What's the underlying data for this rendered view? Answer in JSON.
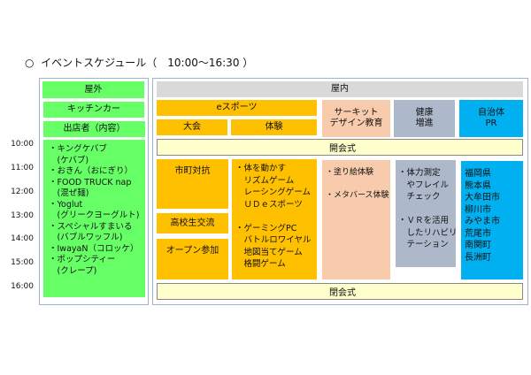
{
  "title": {
    "bullet": "○",
    "text": "イベントスケジュール（　10:00〜16:30 ）"
  },
  "times": [
    "10:00",
    "11:00",
    "12:00",
    "13:00",
    "14:00",
    "15:00",
    "16:00"
  ],
  "outdoor": {
    "header": "屋外",
    "kitchen_car": "キッチンカー",
    "vendors_header": "出店者（内容）",
    "vendors": "・キングケバブ\n　(ケバブ)\n・おきん（おにぎり）\n・FOOD TRUCK nap\n　(混ぜ麺)\n・Yoglut\n　(グリークヨーグルト)\n・スペシャルすまいる\n　(バブルワッフル)\n・IwayaN（コロッケ）\n・ポップシティー\n　(クレープ)"
  },
  "indoor": {
    "header": "屋内",
    "esports": "eスポーツ",
    "tournament": "大会",
    "experience": "体験",
    "circuit": "サーキット\nデザイン教育",
    "health": "健康\n増進",
    "municipal": "自治体\nPR",
    "opening": "開会式",
    "closing": "閉会式",
    "city_match": "市町対抗",
    "high_school": "高校生交流",
    "open_entry": "オープン参加",
    "experience_list": "・体を動かす\n　リズムゲーム\n　レーシングゲーム\n　ＵＤｅスポーツ\n\n・ゲーミングPC\n　バトルロワイヤル\n　地図当てゲーム\n　格闘ゲーム",
    "circuit_list": "・塗り絵体験\n\n・メタバース体験",
    "health_list": "・体力測定\n　やフレイル\n　チェック\n\n・ＶＲを活用\n　したリハビリ\n　テーション",
    "municipal_list": "福岡県\n熊本県\n大牟田市\n柳川市\nみやま市\n荒尾市\n南関町\n長洲町"
  },
  "colors": {
    "outdoor": "#66ff66",
    "esports": "#ffc000",
    "circuit": "#f8cbad",
    "health": "#adb9ca",
    "municipal": "#00b0f0",
    "ceremony": "#ffffcc",
    "indoor_header": "#d9d9d9"
  }
}
